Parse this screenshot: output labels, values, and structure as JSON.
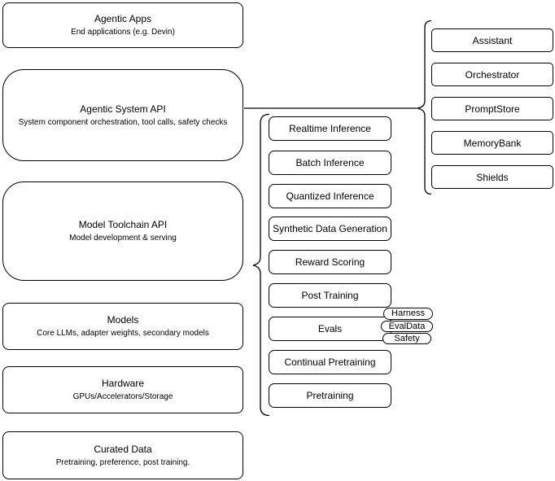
{
  "colors": {
    "stroke": "#000000",
    "fill": "#ffffff",
    "text": "#000000"
  },
  "stack": [
    {
      "title": "Agentic Apps",
      "subtitle": "End applications (e.g. Devin)"
    },
    {
      "title": "Agentic System API",
      "subtitle": "System component orchestration, tool calls, safety checks"
    },
    {
      "title": "Model Toolchain API",
      "subtitle": "Model development & serving"
    },
    {
      "title": "Models",
      "subtitle": "Core LLMs, adapter weights, secondary models"
    },
    {
      "title": "Hardware",
      "subtitle": "GPUs/Accelerators/Storage"
    },
    {
      "title": "Curated Data",
      "subtitle": "Pretraining, preference, post training."
    }
  ],
  "toolchain": {
    "items": [
      "Realtime Inference",
      "Batch Inference",
      "Quantized Inference",
      "Synthetic Data Generation",
      "Reward Scoring",
      "Post Training",
      "Evals",
      "Continual Pretraining",
      "Pretraining"
    ]
  },
  "evals_tags": [
    "Harness",
    "EvalData",
    "Safety"
  ],
  "system_components": [
    "Assistant",
    "Orchestrator",
    "PromptStore",
    "MemoryBank",
    "Shields"
  ]
}
